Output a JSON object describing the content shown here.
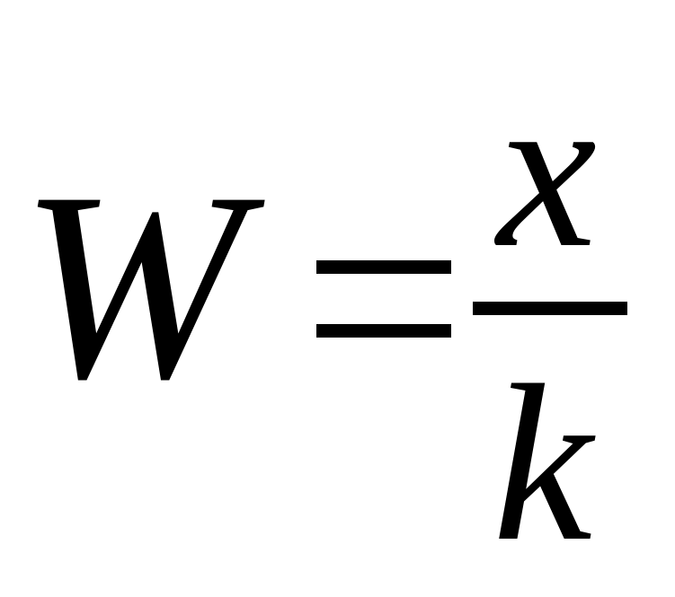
{
  "formula": {
    "lhs": "W",
    "operator": "=",
    "numerator": "x",
    "denominator": "k"
  },
  "colors": {
    "text": "#000000",
    "background": "#ffffff"
  }
}
